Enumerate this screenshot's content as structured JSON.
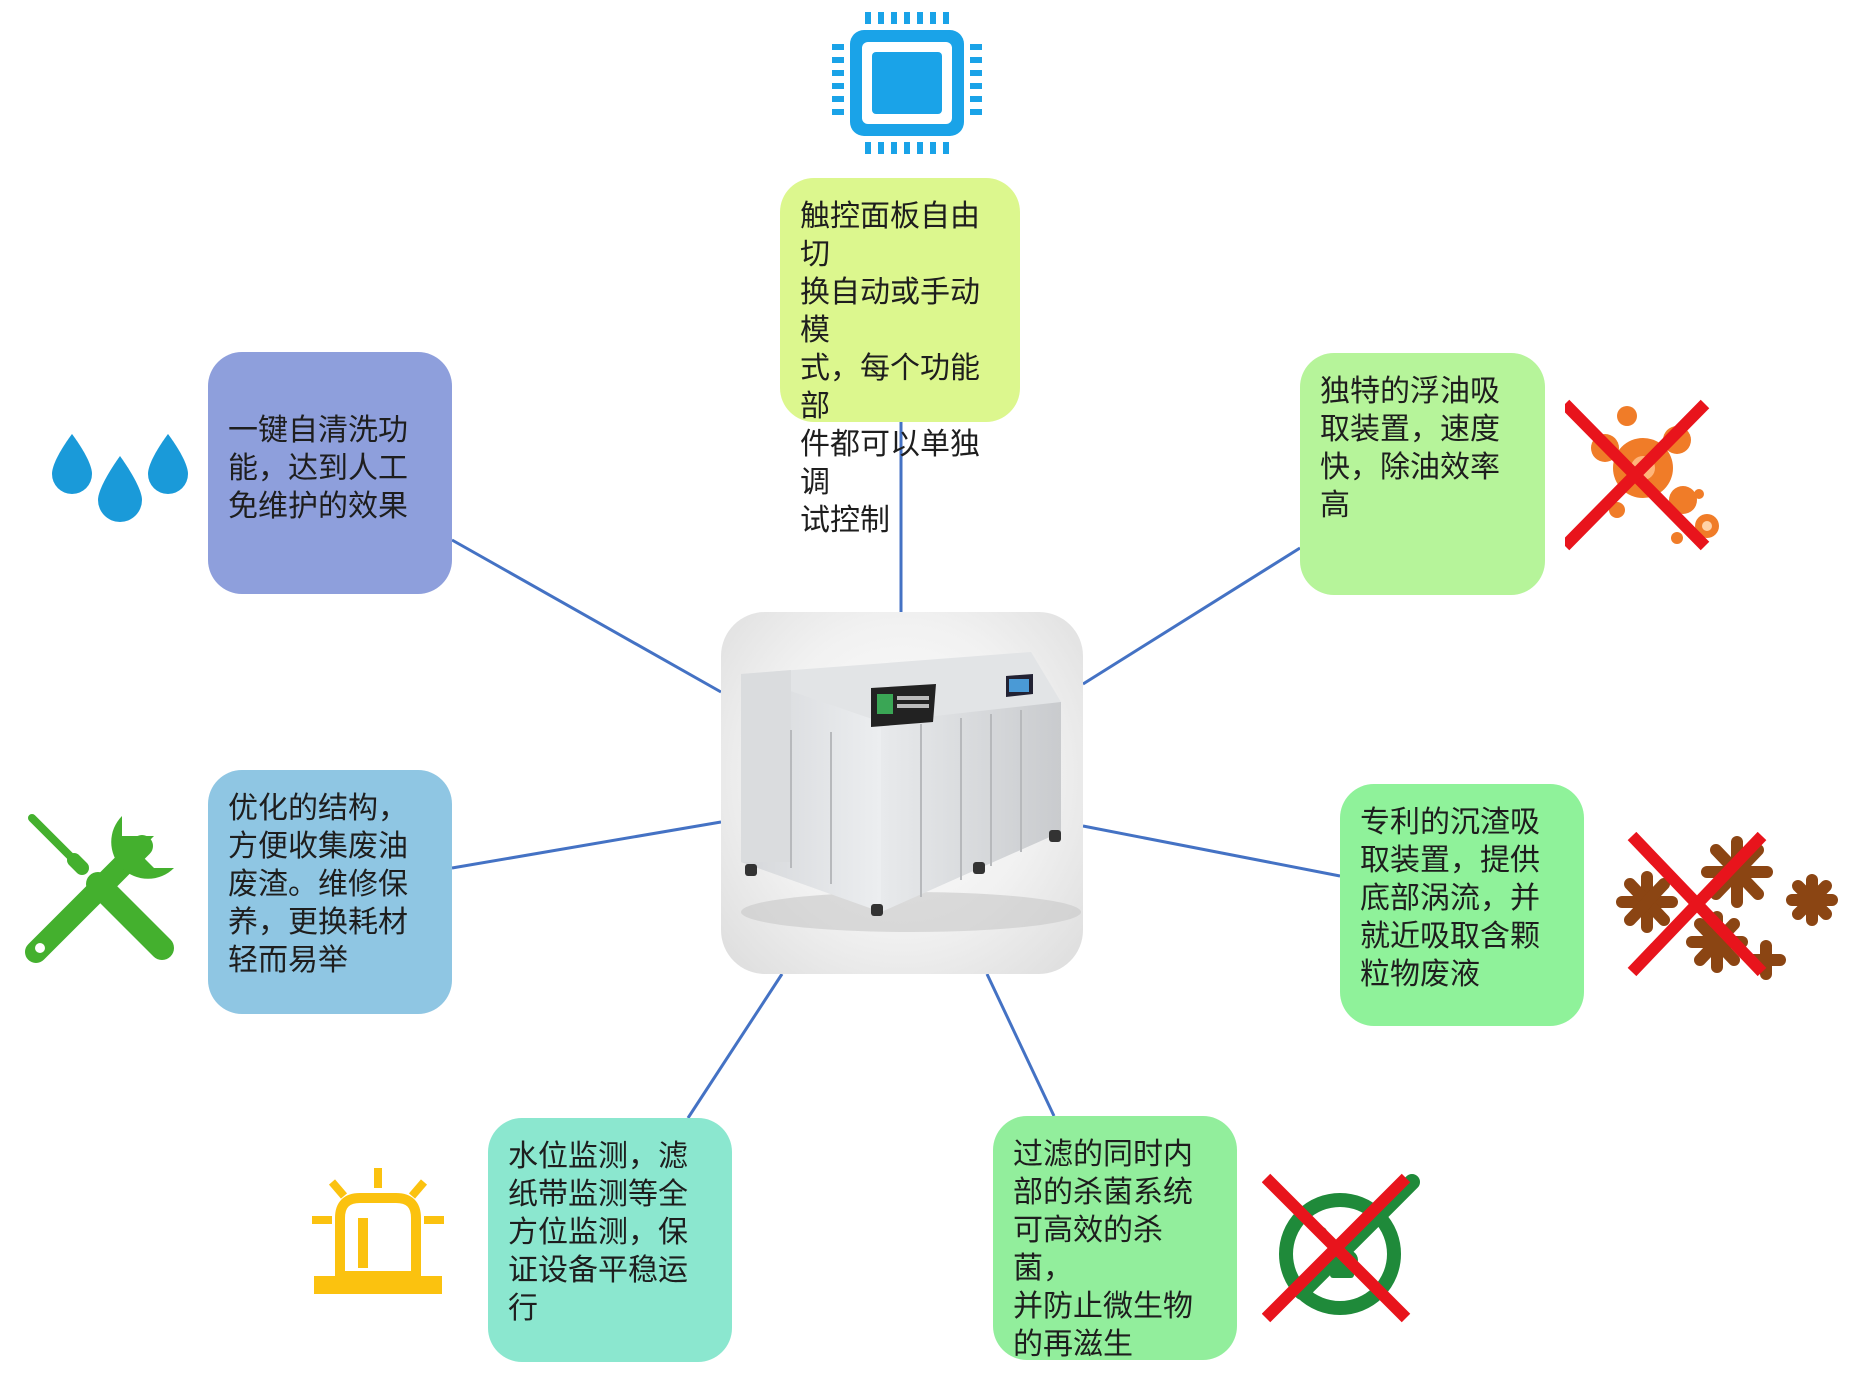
{
  "center": {
    "image": "wastewater-treatment-machine"
  },
  "features": [
    {
      "id": "control",
      "text": "触控面板自由切\n换自动或手动模\n式，每个功能部\n件都可以单独调\n试控制",
      "color": "#dcf78e",
      "icon": "chip-icon"
    },
    {
      "id": "oil",
      "text": "独特的浮油吸\n取装置，速度\n快，除油效率\n高",
      "color": "#b6f49a",
      "icon": "no-oil-droplets-icon"
    },
    {
      "id": "sediment",
      "text": "专利的沉渣吸\n取装置，提供\n底部涡流，并\n就近吸取含颗\n粒物废液",
      "color": "#8ff29a",
      "icon": "no-sediment-particles-icon"
    },
    {
      "id": "sterilize",
      "text": "过滤的同时内\n部的杀菌系统\n可高效的杀菌，\n并防止微生物\n的再滋生",
      "color": "#92ee9c",
      "icon": "no-bacteria-icon"
    },
    {
      "id": "monitor",
      "text": "水位监测，滤\n纸带监测等全\n方位监测，保\n证设备平稳运\n行",
      "color": "#8be7cf",
      "icon": "alarm-beacon-icon"
    },
    {
      "id": "maintenance",
      "text": "优化的结构，\n方便收集废油\n废渣。维修保\n养，更换耗材\n轻而易举",
      "color": "#8fc6e3",
      "icon": "wrench-screwdriver-icon"
    },
    {
      "id": "selfclean",
      "text": "一键自清洗功\n能，达到人工\n免维护的效果",
      "color": "#8e9fdc",
      "icon": "water-drops-icon"
    }
  ],
  "colors": {
    "connector": "#4472c4",
    "chip": "#1aa3e8",
    "cross": "#e8141c",
    "oil": "#f07c28",
    "sediment": "#8b4513",
    "bacteria": "#1f8a3a",
    "alarm": "#fbc20f",
    "tools": "#44b02e",
    "water": "#1a9ad9"
  }
}
